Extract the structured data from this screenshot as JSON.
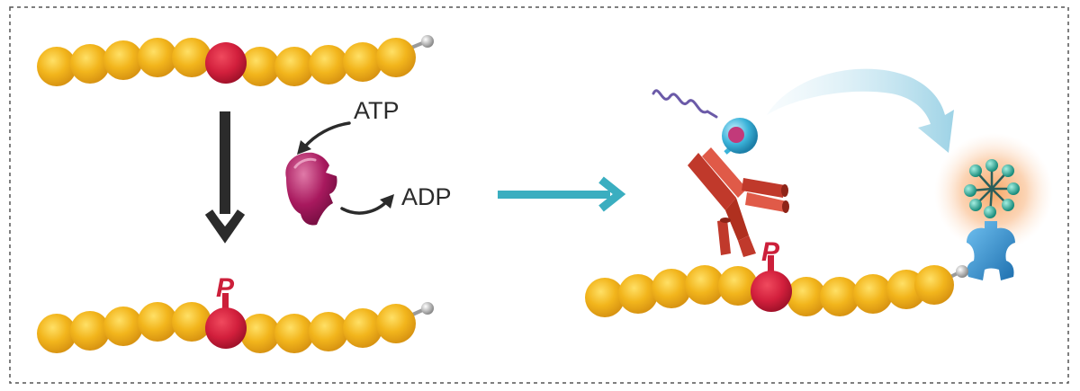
{
  "labels": {
    "atp": "ATP",
    "adp": "ADP",
    "phosphate": "P"
  },
  "colors": {
    "bead": "#f2b51c",
    "bead_highlight": "#ffd24a",
    "target_residue": "#d21f3c",
    "phosphate": "#cc1f3a",
    "kinase": "#a8195e",
    "antibody": "#c0392b",
    "probe": "#3bb3d9",
    "reaction_arrow": "#3aaec0",
    "main_arrow": "#2b2b2b",
    "glow": "#f7a25c",
    "receptor": "#2e86c8",
    "ligand": "#1f9c8c",
    "border": "#555555"
  },
  "icons": {
    "kinase": "kinase-enzyme-icon",
    "antibody": "antibody-icon",
    "probe": "probe-bead-icon",
    "receptor": "receptor-icon",
    "ligand": "ligand-cluster-icon"
  }
}
